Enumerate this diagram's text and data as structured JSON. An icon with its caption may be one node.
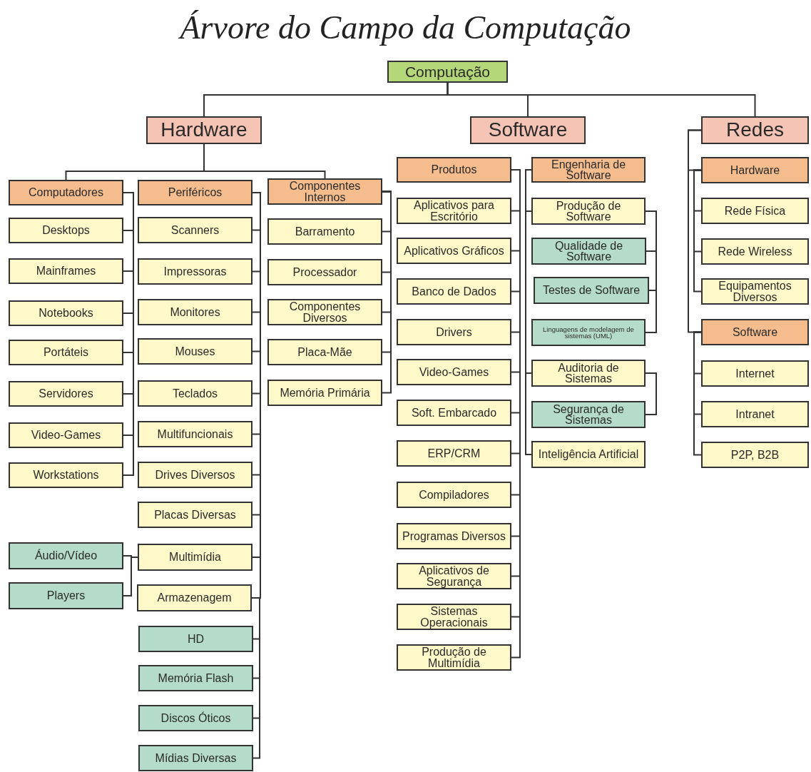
{
  "diagram": {
    "title": "Árvore do Campo da Computação",
    "nodes": [
      {
        "text": [
          "Computação"
        ]
      },
      {
        "text": [
          "Hardware"
        ]
      },
      {
        "text": [
          "Software"
        ]
      },
      {
        "text": [
          "Redes"
        ]
      },
      {
        "text": [
          "Computadores"
        ]
      },
      {
        "text": [
          "Periféricos"
        ]
      },
      {
        "text": [
          "Componentes Internos"
        ]
      },
      {
        "text": [
          "Desktops"
        ]
      },
      {
        "text": [
          "Mainframes"
        ]
      },
      {
        "text": [
          "Notebooks"
        ]
      },
      {
        "text": [
          "Portáteis"
        ]
      },
      {
        "text": [
          "Servidores"
        ]
      },
      {
        "text": [
          "Video-Games"
        ]
      },
      {
        "text": [
          "Workstations"
        ]
      },
      {
        "text": [
          "Scanners"
        ]
      },
      {
        "text": [
          "Impressoras"
        ]
      },
      {
        "text": [
          "Monitores"
        ]
      },
      {
        "text": [
          "Mouses"
        ]
      },
      {
        "text": [
          "Teclados"
        ]
      },
      {
        "text": [
          "Multifuncionais"
        ]
      },
      {
        "text": [
          "Drives Diversos"
        ]
      },
      {
        "text": [
          "Placas Diversas"
        ]
      },
      {
        "text": [
          "Multimídia"
        ]
      },
      {
        "text": [
          "Áudio/Vídeo"
        ]
      },
      {
        "text": [
          "Players"
        ]
      },
      {
        "text": [
          "Armazenagem"
        ]
      },
      {
        "text": [
          "HD"
        ]
      },
      {
        "text": [
          "Memória Flash"
        ]
      },
      {
        "text": [
          "Discos Óticos"
        ]
      },
      {
        "text": [
          "Mídias Diversas"
        ]
      },
      {
        "text": [
          "Barramento"
        ]
      },
      {
        "text": [
          "Processador"
        ]
      },
      {
        "text": [
          "Componentes Diversos"
        ]
      },
      {
        "text": [
          "Placa-Mãe"
        ]
      },
      {
        "text": [
          "Memória Primária"
        ]
      },
      {
        "text": [
          "Produtos"
        ]
      },
      {
        "text": [
          "Engenharia de Software"
        ]
      },
      {
        "text": [
          "Aplicativos para Escritório"
        ]
      },
      {
        "text": [
          "Aplicativos Gráficos"
        ]
      },
      {
        "text": [
          "Banco de Dados"
        ]
      },
      {
        "text": [
          "Drivers"
        ]
      },
      {
        "text": [
          "Video-Games"
        ]
      },
      {
        "text": [
          "Soft. Embarcado"
        ]
      },
      {
        "text": [
          "ERP/CRM"
        ]
      },
      {
        "text": [
          "Compiladores"
        ]
      },
      {
        "text": [
          "Programas Diversos"
        ]
      },
      {
        "text": [
          "Aplicativos de Segurança"
        ]
      },
      {
        "text": [
          "Sistemas Operacionais"
        ]
      },
      {
        "text": [
          "Produção de Multimídia"
        ]
      },
      {
        "text": [
          "Produção de Software"
        ]
      },
      {
        "text": [
          "Qualidade de Software"
        ]
      },
      {
        "text": [
          "Testes de Software"
        ]
      },
      {
        "text": [
          "Linguagens de modelagem de sistemas (UML)"
        ]
      },
      {
        "text": [
          "Auditoria de Sistemas"
        ]
      },
      {
        "text": [
          "Segurança de Sistemas"
        ]
      },
      {
        "text": [
          "Inteligência Artificial"
        ]
      },
      {
        "text": [
          "Hardware"
        ]
      },
      {
        "text": [
          "Rede Física"
        ]
      },
      {
        "text": [
          "Rede Wireless"
        ]
      },
      {
        "text": [
          "Equipamentos Diversos"
        ]
      },
      {
        "text": [
          "Software"
        ]
      },
      {
        "text": [
          "Internet"
        ]
      },
      {
        "text": [
          "Intranet"
        ]
      },
      {
        "text": [
          "P2P, B2B"
        ]
      }
    ],
    "edges": [
      {
        "from": 0,
        "to": 1,
        "arrow": "none"
      },
      {
        "from": 0,
        "to": 2,
        "arrow": "none"
      },
      {
        "from": 0,
        "to": 3,
        "arrow": "none"
      },
      {
        "from": 1,
        "to": 4,
        "arrow": "none"
      },
      {
        "from": 1,
        "to": 6,
        "arrow": "none"
      },
      {
        "from": 4,
        "to": 7,
        "arrow": "none"
      },
      {
        "from": 4,
        "to": 8,
        "arrow": "none"
      },
      {
        "from": 4,
        "to": 9,
        "arrow": "none"
      },
      {
        "from": 4,
        "to": 10,
        "arrow": "none"
      },
      {
        "from": 4,
        "to": 11,
        "arrow": "none"
      },
      {
        "from": 4,
        "to": 12,
        "arrow": "none"
      },
      {
        "from": 4,
        "to": 13,
        "arrow": "none"
      },
      {
        "from": 5,
        "to": 14,
        "arrow": "none"
      },
      {
        "from": 5,
        "to": 15,
        "arrow": "none"
      },
      {
        "from": 5,
        "to": 16,
        "arrow": "none"
      },
      {
        "from": 5,
        "to": 17,
        "arrow": "none"
      },
      {
        "from": 5,
        "to": 18,
        "arrow": "none"
      },
      {
        "from": 5,
        "to": 19,
        "arrow": "none"
      },
      {
        "from": 5,
        "to": 20,
        "arrow": "none"
      },
      {
        "from": 5,
        "to": 21,
        "arrow": "none"
      },
      {
        "from": 5,
        "to": 22,
        "arrow": "none"
      },
      {
        "from": 5,
        "to": 25,
        "arrow": "none"
      },
      {
        "from": 22,
        "to": 23,
        "arrow": "none"
      },
      {
        "from": 22,
        "to": 24,
        "arrow": "none"
      },
      {
        "from": 25,
        "to": 26,
        "arrow": "none"
      },
      {
        "from": 25,
        "to": 27,
        "arrow": "none"
      },
      {
        "from": 25,
        "to": 28,
        "arrow": "none"
      },
      {
        "from": 25,
        "to": 29,
        "arrow": "none"
      },
      {
        "from": 6,
        "to": 30,
        "arrow": "none"
      },
      {
        "from": 6,
        "to": 31,
        "arrow": "none"
      },
      {
        "from": 6,
        "to": 32,
        "arrow": "none"
      },
      {
        "from": 6,
        "to": 33,
        "arrow": "none"
      },
      {
        "from": 6,
        "to": 34,
        "arrow": "none"
      },
      {
        "from": 35,
        "to": 37,
        "arrow": "none"
      },
      {
        "from": 35,
        "to": 38,
        "arrow": "none"
      },
      {
        "from": 35,
        "to": 39,
        "arrow": "none"
      },
      {
        "from": 35,
        "to": 40,
        "arrow": "none"
      },
      {
        "from": 35,
        "to": 41,
        "arrow": "none"
      },
      {
        "from": 35,
        "to": 42,
        "arrow": "none"
      },
      {
        "from": 35,
        "to": 43,
        "arrow": "none"
      },
      {
        "from": 35,
        "to": 44,
        "arrow": "none"
      },
      {
        "from": 35,
        "to": 45,
        "arrow": "none"
      },
      {
        "from": 35,
        "to": 46,
        "arrow": "none"
      },
      {
        "from": 35,
        "to": 47,
        "arrow": "none"
      },
      {
        "from": 35,
        "to": 48,
        "arrow": "none"
      },
      {
        "from": 36,
        "to": 49,
        "arrow": "none"
      },
      {
        "from": 36,
        "to": 53,
        "arrow": "none"
      },
      {
        "from": 36,
        "to": 55,
        "arrow": "none"
      },
      {
        "from": 49,
        "to": 50,
        "arrow": "none"
      },
      {
        "from": 49,
        "to": 51,
        "arrow": "none"
      },
      {
        "from": 49,
        "to": 52,
        "arrow": "none"
      },
      {
        "from": 53,
        "to": 54,
        "arrow": "none"
      },
      {
        "from": 3,
        "to": 56,
        "arrow": "none"
      },
      {
        "from": 3,
        "to": 60,
        "arrow": "none"
      },
      {
        "from": 56,
        "to": 57,
        "arrow": "none"
      },
      {
        "from": 56,
        "to": 58,
        "arrow": "none"
      },
      {
        "from": 56,
        "to": 59,
        "arrow": "none"
      },
      {
        "from": 60,
        "to": 61,
        "arrow": "none"
      },
      {
        "from": 60,
        "to": 62,
        "arrow": "none"
      },
      {
        "from": 60,
        "to": 63,
        "arrow": "none"
      }
    ]
  }
}
